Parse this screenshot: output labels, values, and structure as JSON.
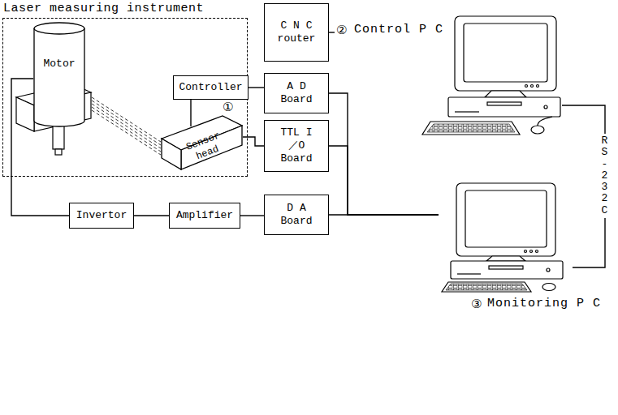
{
  "diagram": {
    "nodes": [
      {
        "text": [
          "Laser measuring instrument"
        ]
      },
      {
        "text": [
          "Motor"
        ],
        "in": 0
      },
      {
        "text": [
          "Controller"
        ],
        "in": 0
      },
      {
        "text": [
          "Sensor head"
        ],
        "in": 0
      },
      {
        "text": [
          "C N C router"
        ]
      },
      {
        "text": [
          "A D Board"
        ]
      },
      {
        "text": [
          "TTL I／O Board"
        ]
      },
      {
        "text": [
          "Invertor"
        ]
      },
      {
        "text": [
          "Amplifier"
        ]
      },
      {
        "text": [
          "D A Board"
        ]
      },
      {
        "text": [
          "Control P C"
        ]
      },
      {
        "text": [
          "Monitoring P C"
        ]
      }
    ],
    "edges": [
      {
        "from": 1,
        "to": 7,
        "arrow": "none"
      },
      {
        "from": 2,
        "to": 5,
        "arrow": "none"
      },
      {
        "from": 2,
        "to": 3,
        "arrow": "none"
      },
      {
        "from": 3,
        "to": 6,
        "arrow": "none"
      },
      {
        "from": 7,
        "to": 8,
        "arrow": "none"
      },
      {
        "from": 8,
        "to": 9,
        "arrow": "none"
      },
      {
        "from": 4,
        "to": 10,
        "arrow": "none"
      },
      {
        "from": 5,
        "to": 11,
        "arrow": "none"
      },
      {
        "from": 6,
        "to": 11,
        "arrow": "none"
      },
      {
        "from": 9,
        "to": 11,
        "arrow": "none"
      },
      {
        "from": 10,
        "to": 11,
        "label": "RS-232C",
        "arrow": "none"
      }
    ],
    "labels": [
      "①",
      "②",
      "③"
    ]
  }
}
